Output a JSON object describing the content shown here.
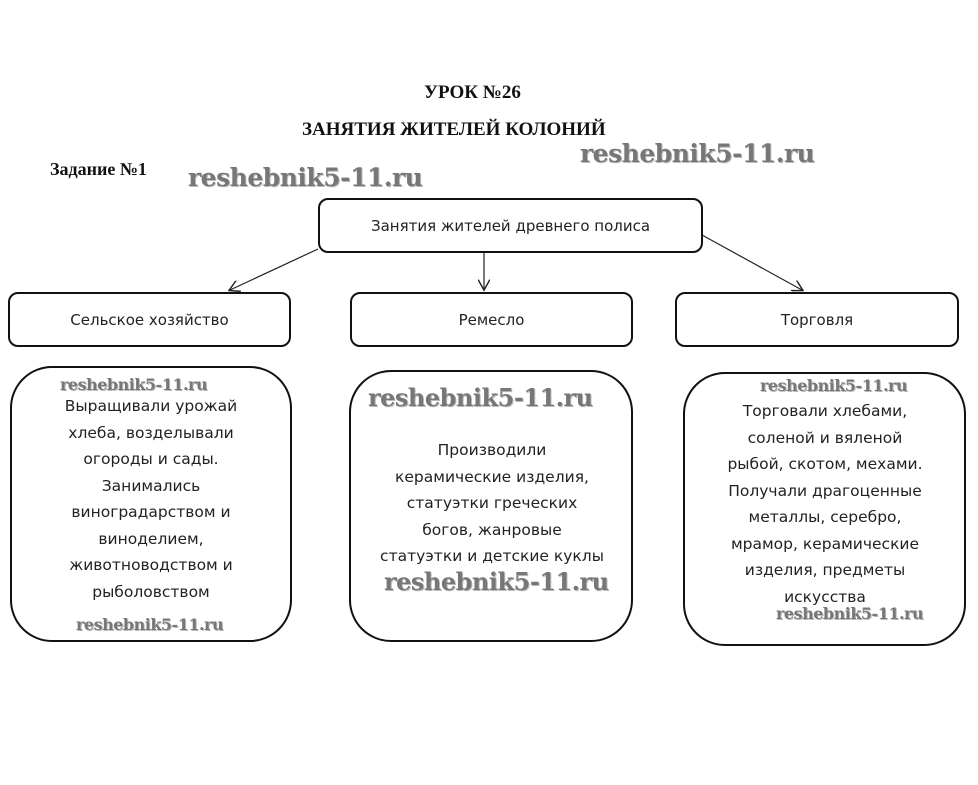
{
  "header": {
    "lesson": "УРОК №26",
    "title": "ЗАНЯТИЯ ЖИТЕЛЕЙ КОЛОНИЙ",
    "task": "Задание №1"
  },
  "watermark": "reshebnik5-11.ru",
  "diagram": {
    "root": "Занятия жителей древнего полиса",
    "branches": [
      {
        "label": "Сельское хозяйство",
        "lines": [
          "Выращивали урожай",
          "хлеба, возделывали",
          "огороды и сады.",
          "Занимались",
          "виноградарством и",
          "виноделием,",
          "животноводством и",
          "рыболовством"
        ]
      },
      {
        "label": "Ремесло",
        "lines": [
          "Производили",
          "керамические изделия,",
          "статуэтки греческих",
          "богов, жанровые",
          "статуэтки и детские куклы"
        ]
      },
      {
        "label": "Торговля",
        "lines": [
          "Торговали хлебами,",
          "соленой и вяленой",
          "рыбой, скотом, мехами.",
          "Получали драгоценные",
          "металлы, серебро,",
          "мрамор, керамические",
          "изделия, предметы",
          "искусства"
        ]
      }
    ]
  }
}
